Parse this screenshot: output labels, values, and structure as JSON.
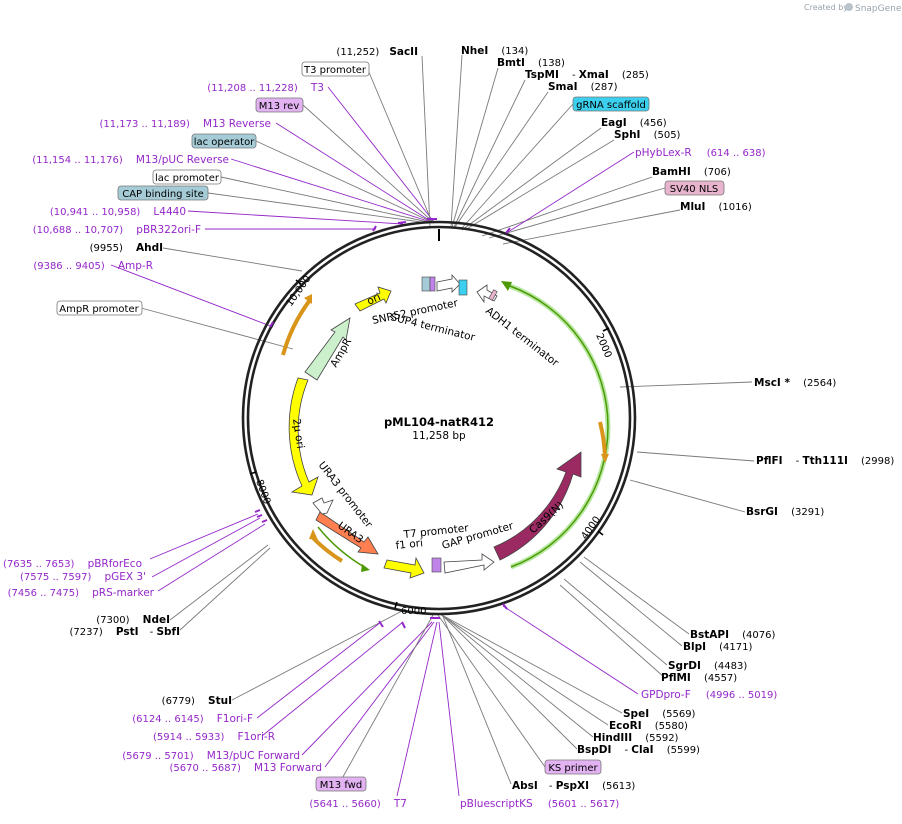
{
  "credit": {
    "created_by": "Created by",
    "brand": "SnapGene"
  },
  "plasmid": {
    "name": "pML104-natR412",
    "length_label": "11,258 bp"
  },
  "ticks": [
    "2000",
    "4000",
    "6000",
    "8000",
    "10,000"
  ],
  "restriction_sites": [
    {
      "pos": "(11,252)",
      "name": "SacII"
    },
    {
      "name": "NheI",
      "pos": "(134)"
    },
    {
      "name": "BmtI",
      "pos": "(138)"
    },
    {
      "name": "TspMI",
      "sep": "- ",
      "name2": "XmaI",
      "pos": "(285)"
    },
    {
      "name": "SmaI",
      "pos": "(287)"
    },
    {
      "name": "EagI",
      "pos": "(456)"
    },
    {
      "name": "SphI",
      "pos": "(505)"
    },
    {
      "name": "BamHI",
      "pos": "(706)"
    },
    {
      "name": "MluI",
      "pos": "(1016)"
    },
    {
      "name": "MscI *",
      "pos": "(2564)"
    },
    {
      "name": "PflFI",
      "sep": "- ",
      "name2": "Tth111I",
      "pos": "(2998)"
    },
    {
      "name": "BsrGI",
      "pos": "(3291)"
    },
    {
      "name": "BstAPI",
      "pos": "(4076)"
    },
    {
      "name": "BlpI",
      "pos": "(4171)"
    },
    {
      "name": "SgrDI",
      "pos": "(4483)"
    },
    {
      "name": "PflMI",
      "pos": "(4557)"
    },
    {
      "name": "SpeI",
      "pos": "(5569)"
    },
    {
      "name": "EcoRI",
      "pos": "(5580)"
    },
    {
      "name": "HindIII",
      "pos": "(5592)"
    },
    {
      "name": "BspDI",
      "sep": "- ",
      "name2": "ClaI",
      "pos": "(5599)"
    },
    {
      "name": "AbsI",
      "sep": "- ",
      "name2": "PspXI",
      "pos": "(5613)"
    },
    {
      "pos": "(6779)",
      "name": "StuI"
    },
    {
      "pos": "(7300)",
      "name": "NdeI"
    },
    {
      "pos": "(7237)",
      "name": "PstI",
      "sep": "- ",
      "name2": "SbfI"
    },
    {
      "pos": "(9955)",
      "name": "AhdI"
    }
  ],
  "primers": [
    {
      "pos": "(11,208 .. 11,228)",
      "name": "T3"
    },
    {
      "pos": "(11,173 .. 11,189)",
      "name": "M13 Reverse"
    },
    {
      "pos": "(11,154 .. 11,176)",
      "name": "M13/pUC Reverse"
    },
    {
      "pos": "(10,941 .. 10,958)",
      "name": "L4440"
    },
    {
      "pos": "(10,688 .. 10,707)",
      "name": "pBR322ori-F"
    },
    {
      "pos": "(9386 .. 9405)",
      "name": "Amp-R"
    },
    {
      "name": "pHybLex-R",
      "pos": "(614 .. 638)"
    },
    {
      "name": "GPDpro-F",
      "pos": "(4996 .. 5019)"
    },
    {
      "pos": "(7635 .. 7653)",
      "name": "pBRforEco"
    },
    {
      "pos": "(7575 .. 7597)",
      "name": "pGEX 3'"
    },
    {
      "pos": "(7456 .. 7475)",
      "name": "pRS-marker"
    },
    {
      "pos": "(6124 .. 6145)",
      "name": "F1ori-F"
    },
    {
      "pos": "(5914 .. 5933)",
      "name": "F1ori-R"
    },
    {
      "pos": "(5679 .. 5701)",
      "name": "M13/pUC Forward"
    },
    {
      "pos": "(5670 .. 5687)",
      "name": "M13 Forward"
    },
    {
      "pos": "(5641 .. 5660)",
      "name": "T7"
    },
    {
      "name": "pBluescriptKS",
      "pos": "(5601 .. 5617)"
    }
  ],
  "boxed_features": [
    {
      "label": "T3 promoter",
      "color": "#ffffff"
    },
    {
      "label": "M13 rev",
      "color": "#e3b2f2"
    },
    {
      "label": "lac operator",
      "color": "#a5cbd6"
    },
    {
      "label": "lac promoter",
      "color": "#ffffff"
    },
    {
      "label": "CAP binding site",
      "color": "#a5cbd6"
    },
    {
      "label": "AmpR promoter",
      "color": "#ffffff"
    },
    {
      "label": "gRNA scaffold",
      "color": "#3cd0ee"
    },
    {
      "label": "SV40 NLS",
      "color": "#e8b3cc"
    },
    {
      "label": "KS primer",
      "color": "#e3b2f2"
    },
    {
      "label": "M13 fwd",
      "color": "#e3b2f2"
    }
  ],
  "map_features": [
    {
      "label": "ori",
      "color": "#ffff00"
    },
    {
      "label": "AmpR",
      "color": "#ccf0cc"
    },
    {
      "label": "2μ ori",
      "color": "#ffff00"
    },
    {
      "label": "URA3",
      "color": "#ff7f50"
    },
    {
      "label": "Cas9(N)",
      "color": "#9c2a62"
    },
    {
      "label": "SNR52 promoter"
    },
    {
      "label": "SUP4 terminator"
    },
    {
      "label": "ADH1 terminator"
    },
    {
      "label": "URA3 promoter"
    },
    {
      "label": "T7 promoter"
    },
    {
      "label": "f1 ori"
    },
    {
      "label": "GAP promoter"
    }
  ]
}
